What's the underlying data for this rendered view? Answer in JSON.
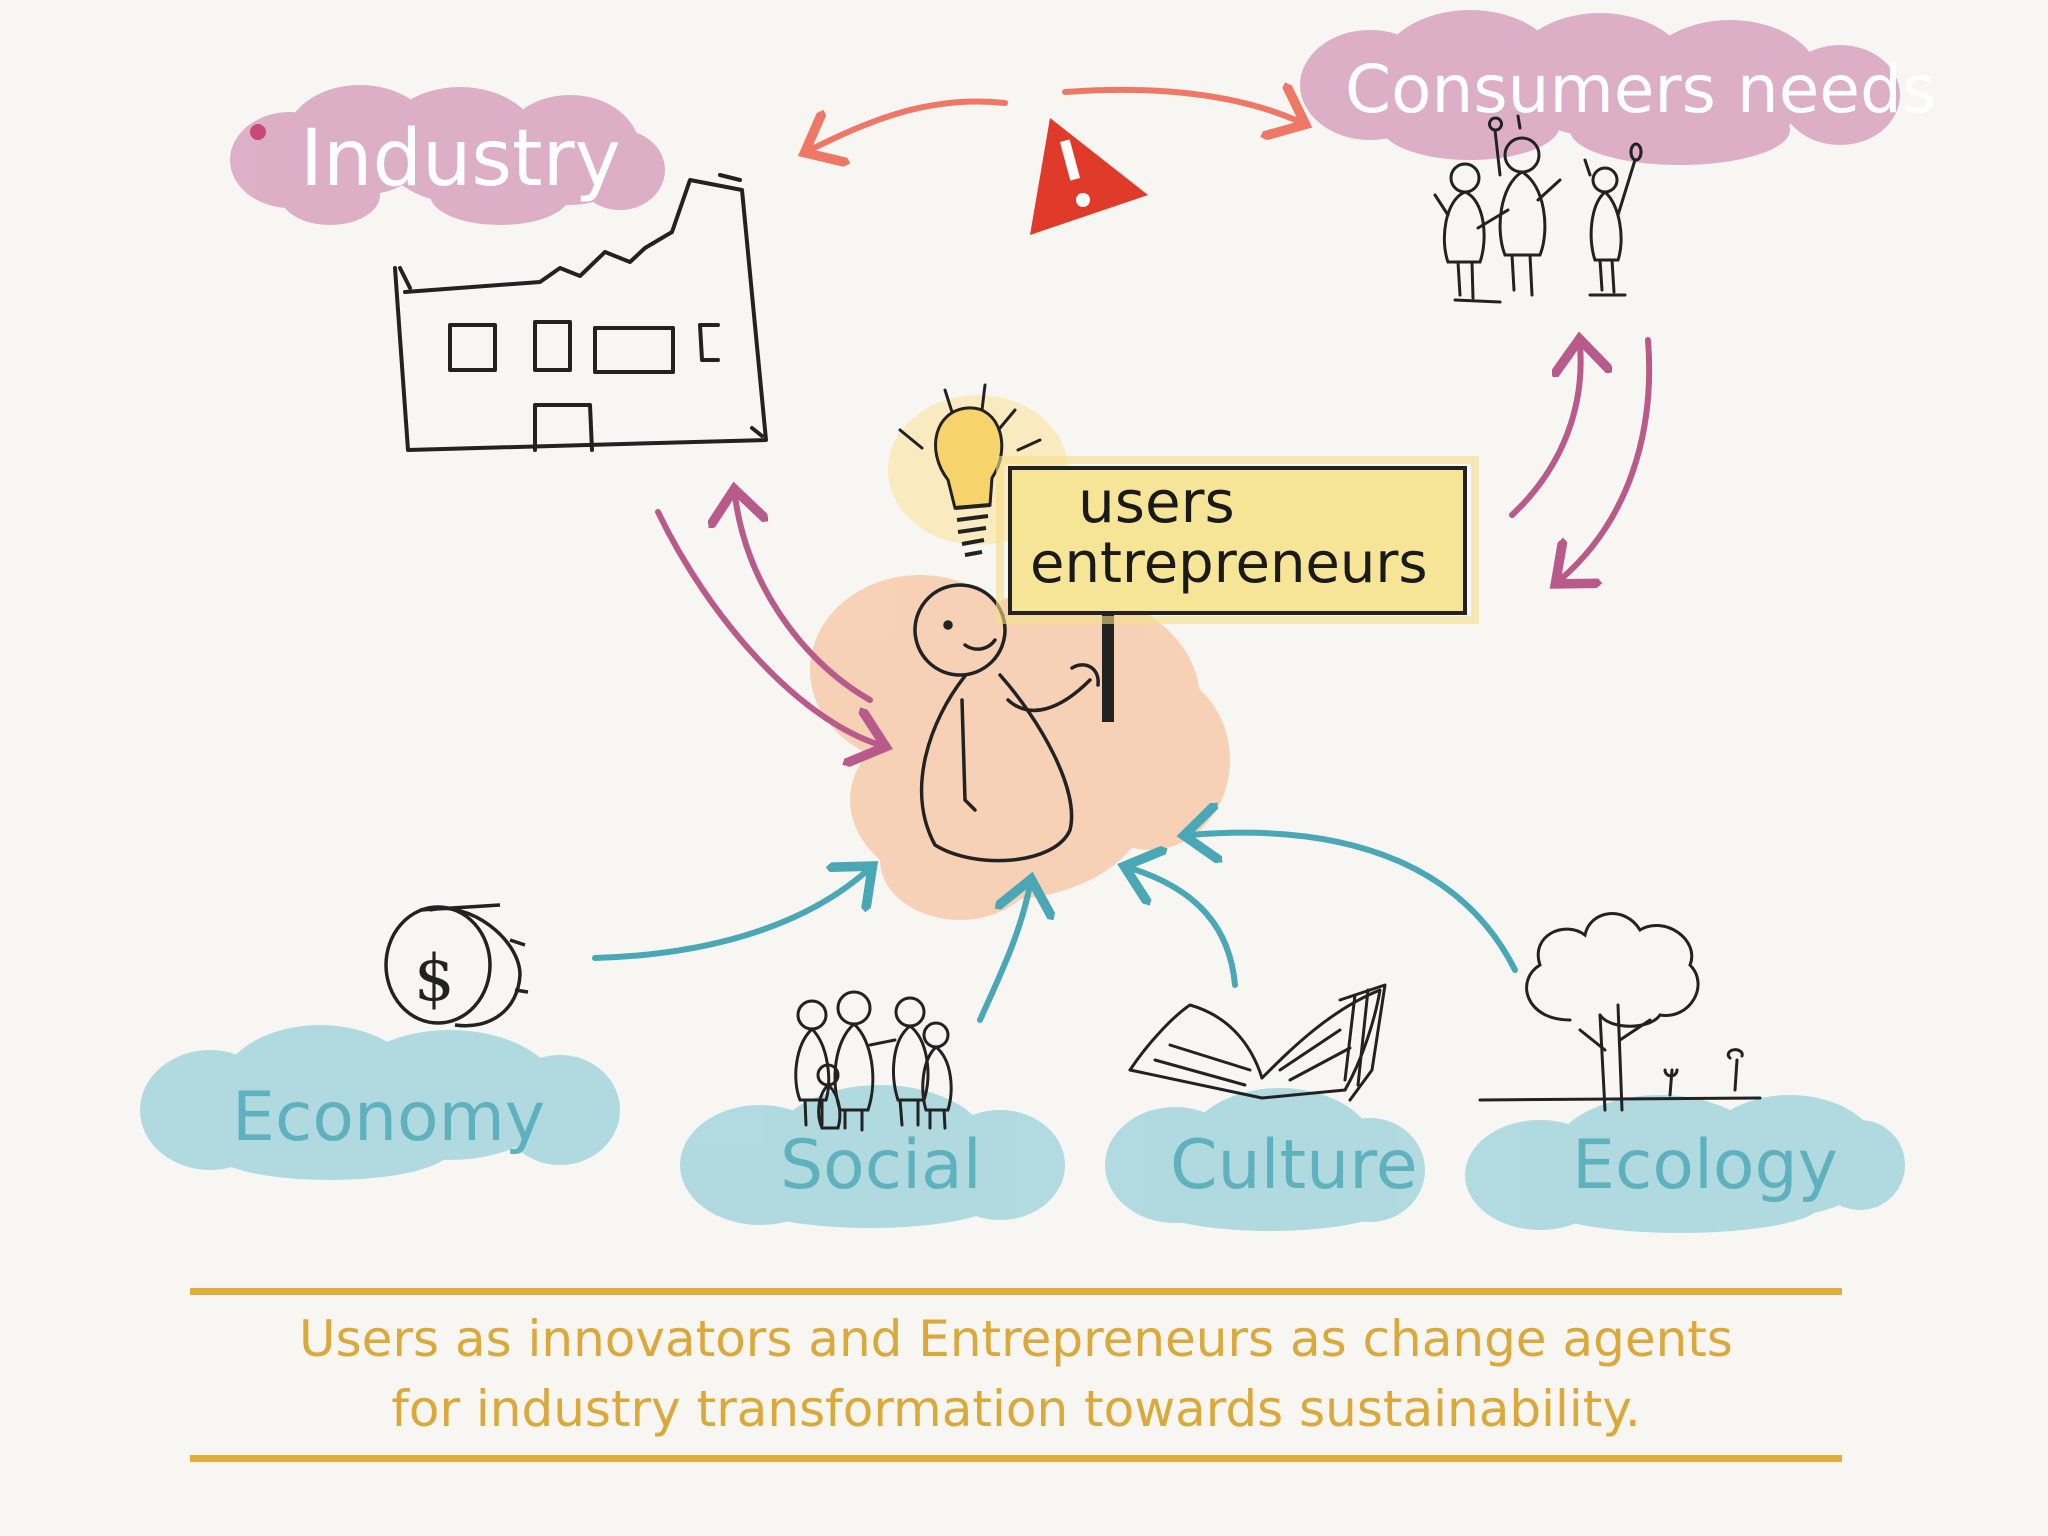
{
  "nodes": {
    "industry": "Industry",
    "consumers": "Consumers needs",
    "sign_line1": "users",
    "sign_line2": "entrepreneurs",
    "economy": "Economy",
    "social": "Social",
    "culture": "Culture",
    "ecology": "Ecology"
  },
  "caption": {
    "line1": "Users as innovators and Entrepreneurs as change agents",
    "line2": "for industry transformation towards sustainability."
  },
  "colors": {
    "pink_cloud": "#d9a3bf",
    "blue_cloud": "#a9d7df",
    "red_arrow": "#ee7766",
    "magenta_arrow": "#b85a8a",
    "teal_arrow": "#4aa7b6",
    "caption": "#dba83a",
    "warning": "#e03a2b"
  },
  "icons": [
    "factory-icon",
    "people-icon",
    "lightbulb-icon",
    "warning-icon",
    "coin-icon",
    "book-icon",
    "tree-icon"
  ]
}
